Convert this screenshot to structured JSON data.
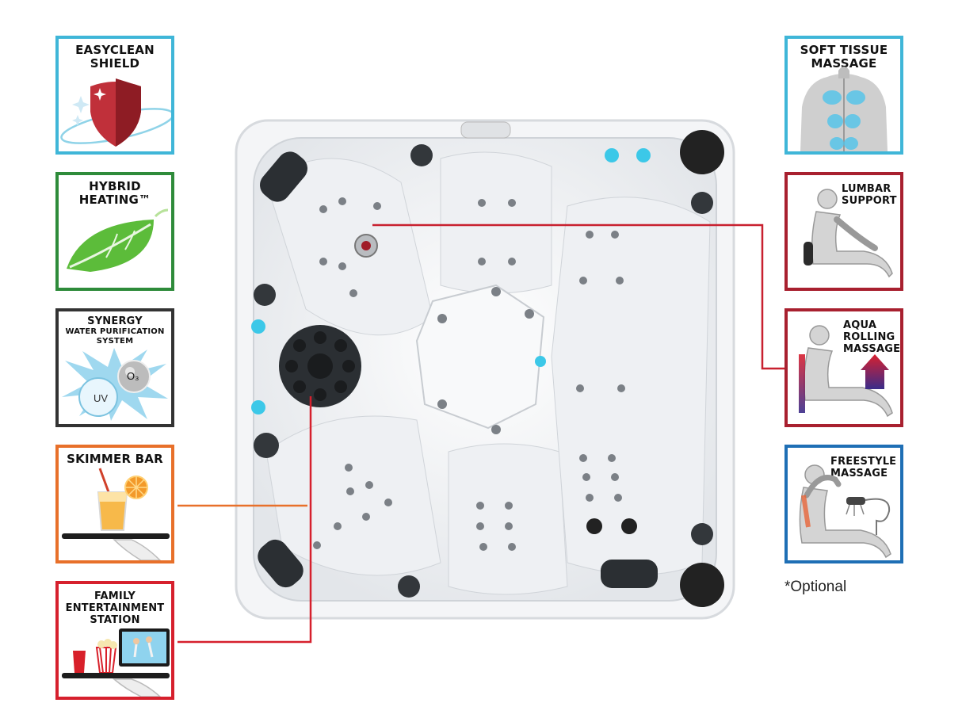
{
  "features_left": [
    {
      "title_lines": [
        "EASYCLEAN",
        "SHIELD"
      ],
      "icon": "shield-icon",
      "color": "#3fb6d8"
    },
    {
      "title_lines": [
        "HYBRID",
        "HEATING™"
      ],
      "icon": "leaf-icon",
      "color": "#2e8b3a"
    },
    {
      "title_lines": [
        "SYNERGY"
      ],
      "subtitle_lines": [
        "WATER PURIFICATION",
        "SYSTEM"
      ],
      "labels": [
        "O₃",
        "UV"
      ],
      "icon": "water-splash-icon",
      "color": "#333333"
    },
    {
      "title_lines": [
        "SKIMMER BAR"
      ],
      "icon": "drink-tray-icon",
      "color": "#e8702a"
    },
    {
      "title_lines": [
        "FAMILY",
        "ENTERTAINMENT",
        "STATION"
      ],
      "icon": "entertainment-tray-icon",
      "color": "#d6202d"
    }
  ],
  "features_right": [
    {
      "title_lines": [
        "SOFT TISSUE",
        "MASSAGE"
      ],
      "icon": "back-muscles-icon",
      "color": "#3fb6d8"
    },
    {
      "title_lines": [
        "LUMBAR",
        "SUPPORT"
      ],
      "icon": "seated-person-lumbar-icon",
      "color": "#a8202f"
    },
    {
      "title_lines": [
        "AQUA",
        "ROLLING",
        "MASSAGE"
      ],
      "icon": "seated-person-rolling-icon",
      "color": "#a8202f"
    },
    {
      "title_lines": [
        "FREESTYLE",
        "MASSAGE"
      ],
      "icon": "seated-person-handheld-jet-icon",
      "color": "#1f6fb5"
    }
  ],
  "note": "*Optional",
  "colors": {
    "jet_glow": "#3cc8e8",
    "pillow": "#2b2f33",
    "red_line": "#c8202f",
    "orange_line": "#e8702a"
  }
}
